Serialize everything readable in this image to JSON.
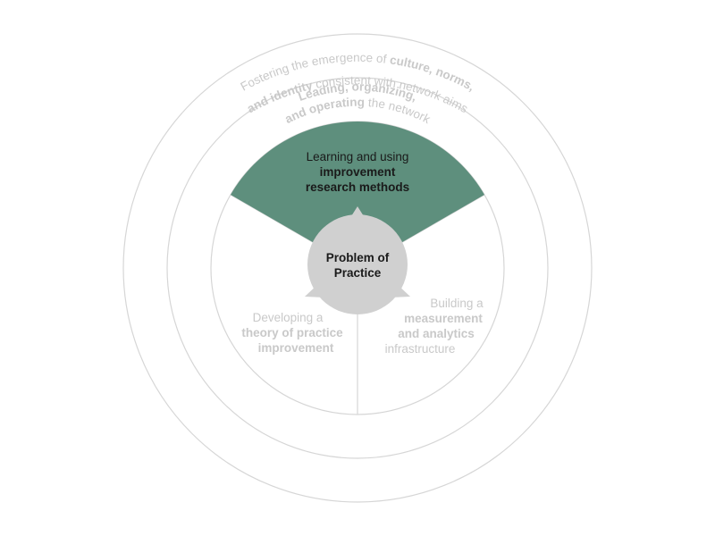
{
  "colors": {
    "accent": "#5e8f7d",
    "center": "#d0d0d0",
    "ring": "#d6d6d6",
    "muted_text": "#c9c9c9",
    "dark_text": "#1a1a1a"
  },
  "outer_ring": {
    "line1_a": "Fostering the emergence of ",
    "line1_b": "culture, norms,",
    "line2_a": "and identity",
    "line2_b": " consistent with network aims"
  },
  "middle_ring": {
    "line1": "Leading, organizing,",
    "line2_a": "and operating",
    "line2_b": " the network"
  },
  "segments": {
    "top": {
      "line1": "Learning and using",
      "line2": "improvement",
      "line3": "research methods"
    },
    "left": {
      "line1": "Developing a",
      "line2": "theory of practice",
      "line3": "improvement"
    },
    "right": {
      "line1": "Building a",
      "line2": "measurement",
      "line3": "and analytics",
      "line4": "infrastructure"
    }
  },
  "center": {
    "line1": "Problem of",
    "line2": "Practice"
  }
}
